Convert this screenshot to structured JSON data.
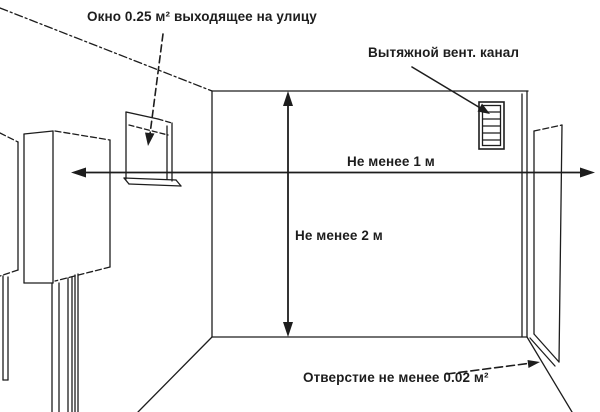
{
  "diagram": {
    "labels": {
      "window": "Окно 0.25 м² выходящее  на улицу",
      "vent": "Вытяжной вент. канал",
      "min_width": "Не менее 1 м",
      "min_height": "Не менее 2 м",
      "opening": "Отверстие не менее 0.02 м²"
    },
    "colors": {
      "line": "#1d1d1d",
      "background": "#ffffff",
      "text": "#1d1d1d"
    }
  }
}
